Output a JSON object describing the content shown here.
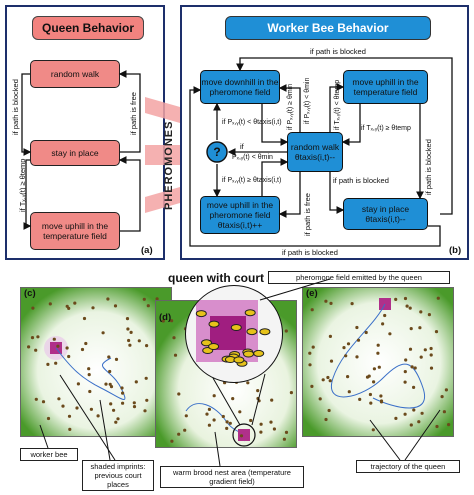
{
  "queen": {
    "title": "Queen Behavior",
    "box_walk": "random walk",
    "box_stay": "stay in place",
    "box_uphill": "move uphill in the temperature field",
    "lbl_blocked": "if path is blocked",
    "lbl_free": "if path is free",
    "lbl_temp": "if Tₓ,ᵧ(t) ≥ θtemp",
    "tag": "(a)"
  },
  "worker": {
    "title": "Worker Bee Behavior",
    "box_downhill": "move downhill in the pheromone field",
    "box_uphill_temp": "move uphill in the temperature field",
    "box_random": "random walk",
    "box_random_sub": "θtaxis(i,t)--",
    "box_uphill_pher": "move uphill in the pheromone field",
    "box_uphill_pher_sub": "θtaxis(i,t)++",
    "box_stay": "stay in place",
    "box_stay_sub": "θtaxis(i,t)--",
    "decision": "?",
    "lbl_top_blocked": "if path is blocked",
    "lbl_bottom_blocked": "if path is blocked",
    "lbl_p_lt_taxis": "if Pₓ,ᵧ(t) < θtaxis(i,t)",
    "lbl_p_ge_taxis": "if Pₓ,ᵧ(t) ≥ θtaxis(i,t)",
    "lbl_p_lt_min": "if Pₓ,ᵧ(t) < θmin",
    "lbl_p_ge_min": "if Pₓ,ᵧ(t) ≥ θmin",
    "lbl_t_ge_temp": "if Tₓ,ᵧ(t) ≥ θtemp",
    "lbl_t_lt_temp": "if Tₓ,ᵧ(t) < θtemp",
    "lbl_if": "if",
    "lbl_p_lt_min2": "Pₓ,ᵧ(t) < θmin",
    "lbl_path_free": "if path is free",
    "lbl_path_blocked": "if path is blocked",
    "lbl_right_blocked": "if path is blocked",
    "tag": "(b)"
  },
  "pheromones": "PHEROMONES",
  "sim": {
    "tag_c": "(c)",
    "tag_d": "(d)",
    "tag_e": "(e)",
    "title": "queen with court bees",
    "callout_field": "pheromone field emitted by the queen",
    "callout_worker": "worker bee",
    "callout_shaded": "shaded imprints: previous court places",
    "callout_brood": "warm brood nest area (temperature gradient field)",
    "callout_traj": "trajectory of the queen"
  },
  "colors": {
    "queen_header": "#f2837f",
    "worker_header": "#1f8fd6",
    "frame": "#1d2f6b",
    "field_green": "#4a9a2a"
  }
}
